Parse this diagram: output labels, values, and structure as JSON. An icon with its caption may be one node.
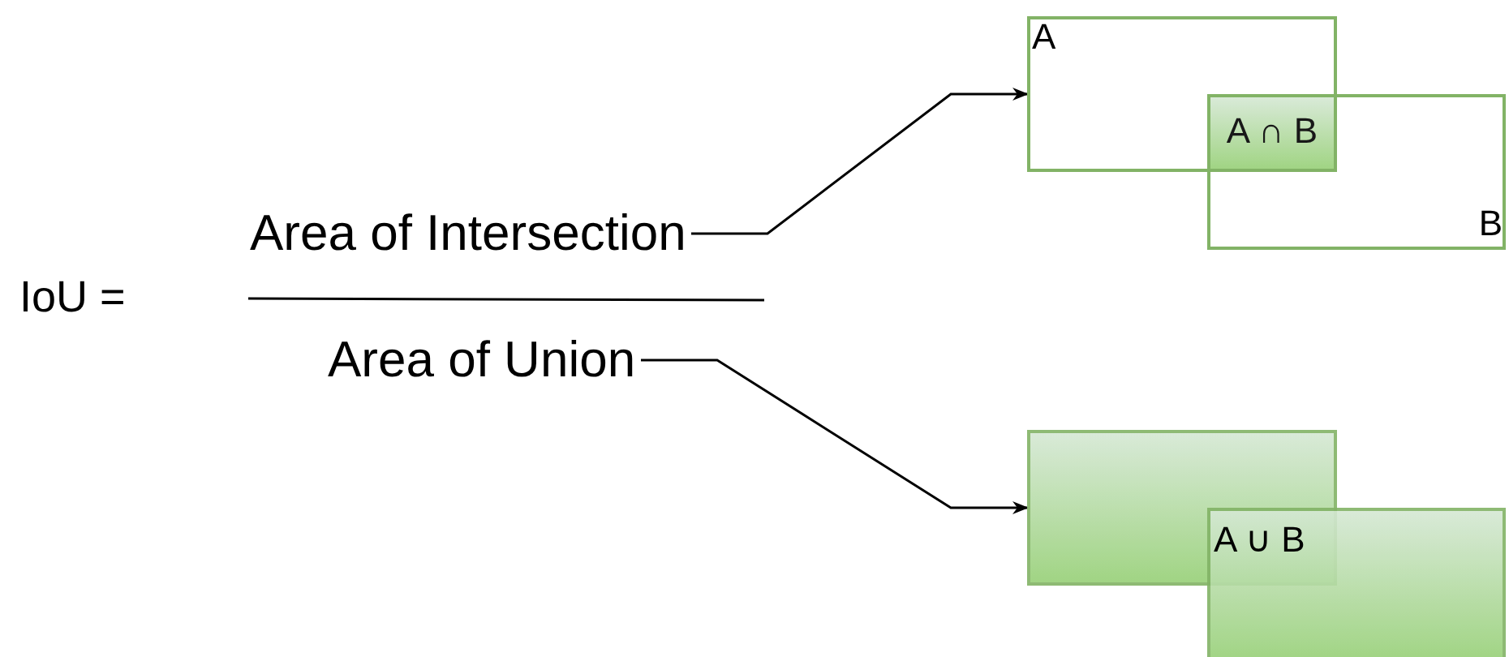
{
  "diagram": {
    "nodes": [
      {
        "text": [
          "Area of Intersection"
        ]
      },
      {
        "text": [
          "Area of Union"
        ]
      },
      {
        "text": [
          "A"
        ]
      },
      {
        "text": [
          "B"
        ]
      },
      {
        "text": [
          "A ∩ B"
        ]
      },
      {
        "text": [],
        "shape": "box"
      },
      {
        "text": [],
        "shape": "box"
      }
    ],
    "edges": [
      {
        "from": 0,
        "to": 2,
        "arrow": "to"
      },
      {
        "from": 1,
        "to": 5,
        "arrow": "to"
      }
    ],
    "labels": [
      "IoU =",
      "A ∪ B"
    ]
  }
}
